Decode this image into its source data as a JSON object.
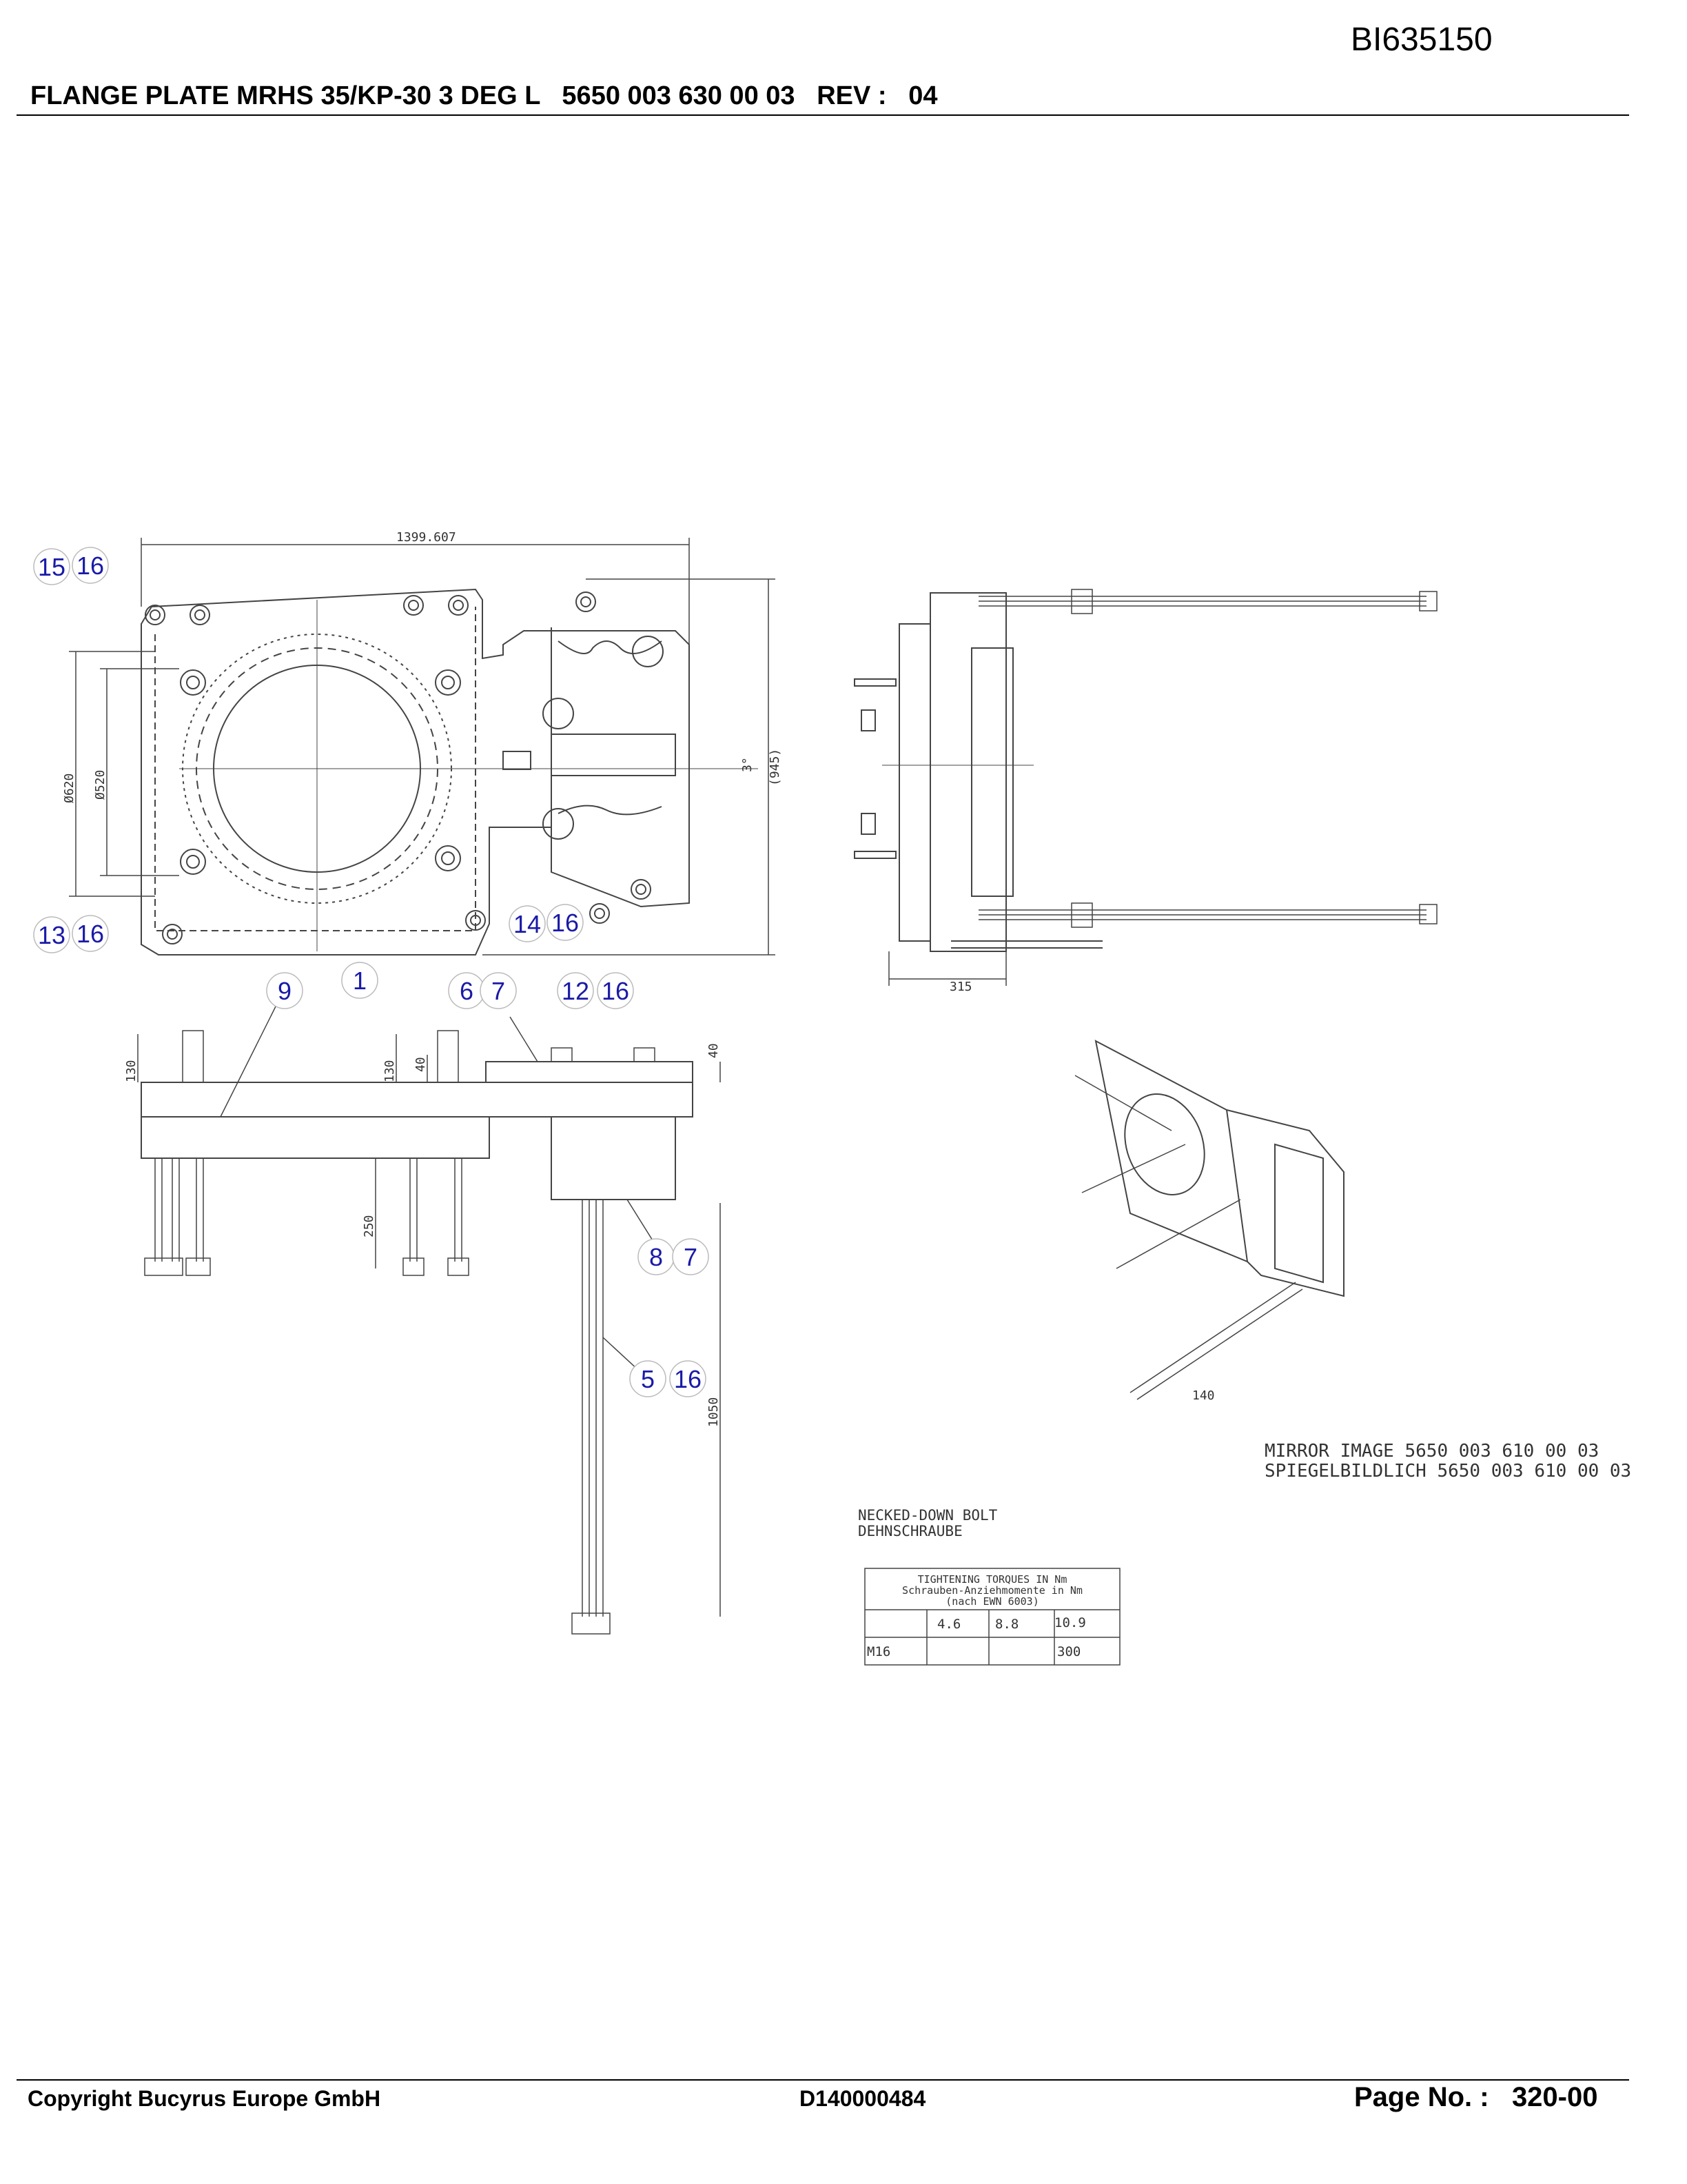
{
  "document": {
    "doc_id": "BI635150",
    "title": "FLANGE PLATE MRHS 35/KP-30 3 DEG L",
    "part_number": "5650 003 630 00 03",
    "rev_label": "REV :",
    "rev_value": "04"
  },
  "footer": {
    "copyright": "Copyright Bucyrus Europe GmbH",
    "drawing_code": "D140000484",
    "page_label": "Page No. :",
    "page_value": "320-00"
  },
  "dimensions": {
    "width_top": "1399.607",
    "dia_outer": "Ø620",
    "dia_inner": "Ø520",
    "height_total": "(945)",
    "angle": "3°",
    "side_depth": "315",
    "d130a": "130",
    "d130b": "130",
    "d40a": "40",
    "d40b": "40",
    "d250": "250",
    "d1050": "1050",
    "iso_140": "140"
  },
  "balloons": [
    {
      "text": "15"
    },
    {
      "text": "16"
    },
    {
      "text": "13"
    },
    {
      "text": "16"
    },
    {
      "text": "14"
    },
    {
      "text": "16"
    },
    {
      "text": "9"
    },
    {
      "text": "1"
    },
    {
      "text": "6"
    },
    {
      "text": "7"
    },
    {
      "text": "12"
    },
    {
      "text": "16"
    },
    {
      "text": "8"
    },
    {
      "text": "7"
    },
    {
      "text": "5"
    },
    {
      "text": "16"
    }
  ],
  "notes": {
    "mirror_en": "MIRROR IMAGE 5650 003 610 00 03",
    "mirror_de": "SPIEGELBILDLICH 5650 003 610 00 03",
    "bolt_en": "NECKED-DOWN BOLT",
    "bolt_de": "DEHNSCHRAUBE"
  },
  "torque_table": {
    "title_en": "TIGHTENING TORQUES IN Nm",
    "title_de": "Schrauben-Anziehmomente in Nm",
    "title_ref": "(nach EWN 6003)",
    "grades": [
      "4.6",
      "8.8",
      "10.9"
    ],
    "row_label": "M16",
    "row_values": [
      "",
      "",
      "300"
    ]
  },
  "colors": {
    "balloon_text": "#1a1aa8",
    "line": "#444444"
  }
}
